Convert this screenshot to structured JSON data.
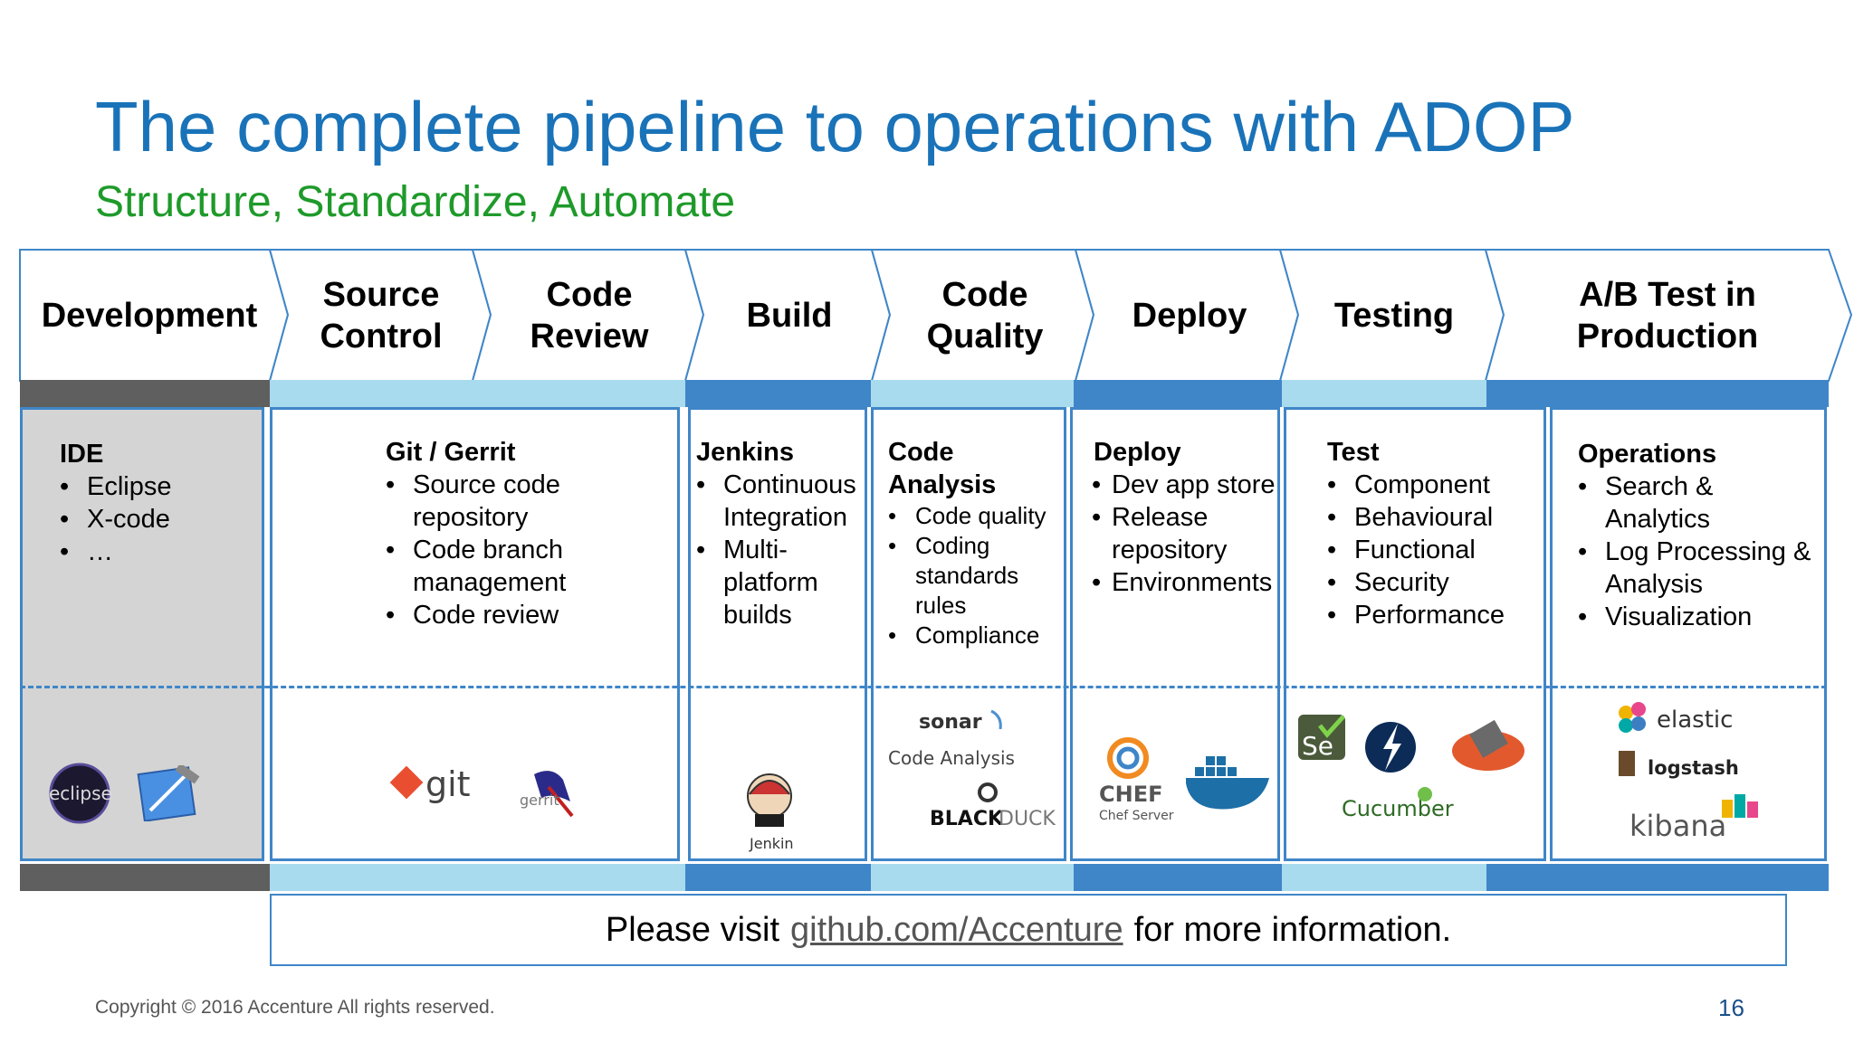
{
  "title": "The complete pipeline to operations with ADOP",
  "subtitle": "Structure, Standardize, Automate",
  "stages": [
    "Development",
    "Source\nControl",
    "Code\nReview",
    "Build",
    "Code\nQuality",
    "Deploy",
    "Testing",
    "A/B Test in\nProduction"
  ],
  "columns": {
    "ide": {
      "head": "IDE",
      "items": [
        "Eclipse",
        "X-code",
        "…"
      ]
    },
    "git": {
      "head": "Git / Gerrit",
      "items": [
        "Source code repository",
        "Code branch management",
        "Code review"
      ]
    },
    "jenkins": {
      "head": "Jenkins",
      "items": [
        "Continuous Integration",
        "Multi-platform builds"
      ]
    },
    "quality": {
      "head": "Code Analysis",
      "items": [
        "Code quality",
        "Coding standards rules",
        "Compliance"
      ]
    },
    "deploy": {
      "head": "Deploy",
      "items": [
        "Dev app store",
        "Release repository",
        "Environments"
      ]
    },
    "test": {
      "head": "Test",
      "items": [
        "Component",
        "Behavioural",
        "Functional",
        "Security",
        "Performance"
      ]
    },
    "ops": {
      "head": "Operations",
      "items": [
        "Search & Analytics",
        "Log Processing & Analysis",
        "Visualization"
      ]
    }
  },
  "logos": {
    "eclipse": "eclipse",
    "git": "git",
    "gerrit": "gerrit",
    "jenkins": "Jenkin",
    "sonar": "sonar",
    "code_analysis": "Code Analysis",
    "blackduck_a": "BLACK",
    "blackduck_b": "DUCK",
    "chef": "CHEF",
    "chef_server": "Chef Server",
    "selenium": "Se",
    "cucumber": "Cucumber",
    "elastic": "elastic",
    "logstash": "logstash",
    "kibana": "kibana"
  },
  "footer": {
    "prefix": "Please visit",
    "link": "github.com/Accenture",
    "suffix": "for more information."
  },
  "copyright": "Copyright © 2016 Accenture  All rights reserved.",
  "page_number": "16",
  "colors": {
    "title": "#1a73b8",
    "subtitle": "#1e9a2a",
    "blue": "#3f86c8",
    "light_blue": "#a9dbee",
    "dark_gray": "#5f5f5f",
    "ide_bg": "#d4d4d4"
  }
}
